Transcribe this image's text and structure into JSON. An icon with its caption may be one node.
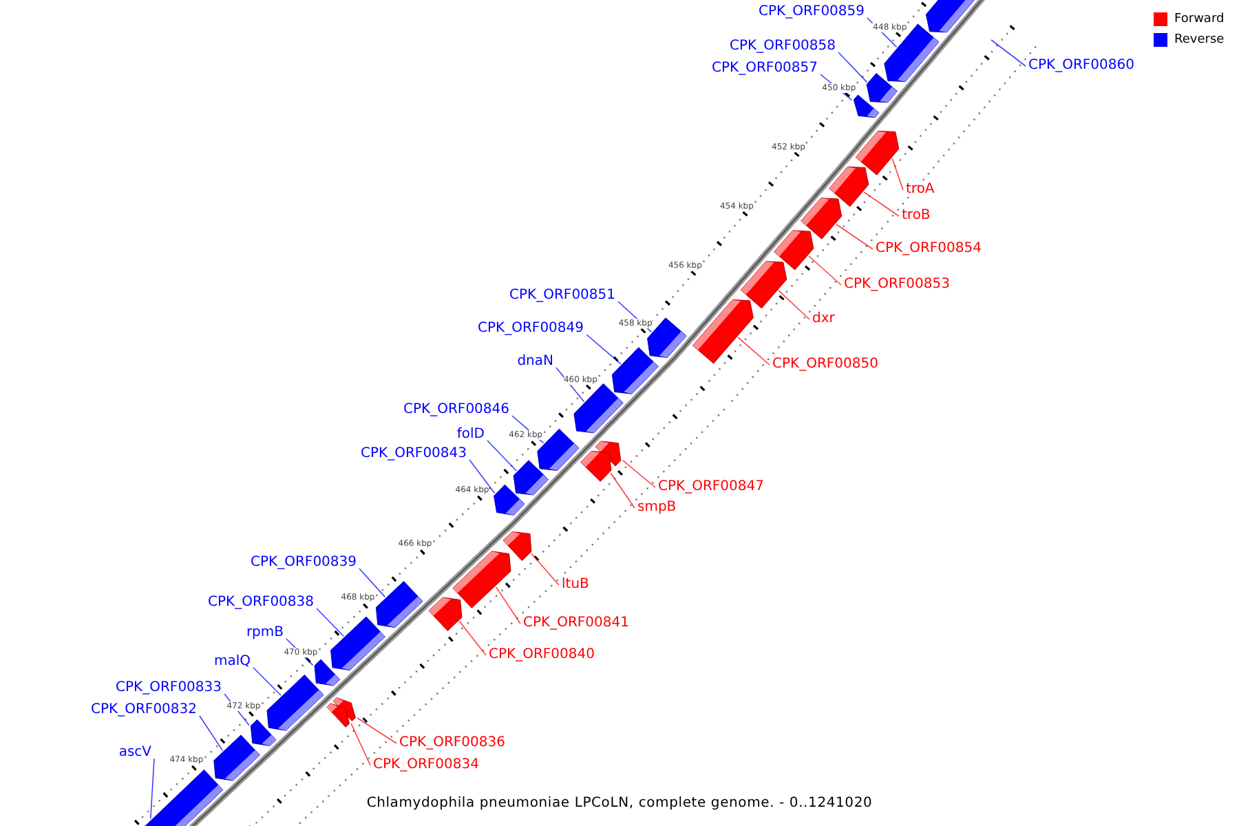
{
  "diagram": {
    "caption": "Chlamydophila pneumoniae LPCoLN, complete genome. - 0..1241020",
    "nodes": [
      {
        "text": [
          "CPK_ORF00859"
        ]
      },
      {
        "text": [
          "CPK_ORF00858"
        ]
      },
      {
        "text": [
          "CPK_ORF00860"
        ]
      },
      {
        "text": [
          "CPK_ORF00857"
        ]
      },
      {
        "text": [
          "troA"
        ]
      },
      {
        "text": [
          "troB"
        ]
      },
      {
        "text": [
          "CPK_ORF00854"
        ]
      },
      {
        "text": [
          "CPK_ORF00853"
        ]
      },
      {
        "text": [
          "CPK_ORF00851"
        ]
      },
      {
        "text": [
          "dxr"
        ]
      },
      {
        "text": [
          "CPK_ORF00849"
        ]
      },
      {
        "text": [
          "dnaN"
        ]
      },
      {
        "text": [
          "CPK_ORF00850"
        ]
      },
      {
        "text": [
          "CPK_ORF00846"
        ]
      },
      {
        "text": [
          "folD"
        ]
      },
      {
        "text": [
          "CPK_ORF00843"
        ]
      },
      {
        "text": [
          "CPK_ORF00847"
        ]
      },
      {
        "text": [
          "smpB"
        ]
      },
      {
        "text": [
          "CPK_ORF00839"
        ]
      },
      {
        "text": [
          "ltuB"
        ]
      },
      {
        "text": [
          "CPK_ORF00838"
        ]
      },
      {
        "text": [
          "CPK_ORF00841"
        ]
      },
      {
        "text": [
          "rpmB"
        ]
      },
      {
        "text": [
          "CPK_ORF00840"
        ]
      },
      {
        "text": [
          "malQ"
        ]
      },
      {
        "text": [
          "CPK_ORF00833"
        ]
      },
      {
        "text": [
          "CPK_ORF00832"
        ]
      },
      {
        "text": [
          "CPK_ORF00836"
        ]
      },
      {
        "text": [
          "ascV"
        ]
      },
      {
        "text": [
          "CPK_ORF00834"
        ]
      },
      {
        "text": [],
        "shape": "arrow"
      },
      {
        "text": [],
        "shape": "arrow"
      },
      {
        "text": [],
        "shape": "arrow"
      },
      {
        "text": [],
        "shape": "arrow"
      },
      {
        "text": [],
        "shape": "arrow"
      },
      {
        "text": [],
        "shape": "arrow"
      },
      {
        "text": [],
        "shape": "arrow"
      },
      {
        "text": [],
        "shape": "arrow"
      },
      {
        "text": [],
        "shape": "arrow"
      },
      {
        "text": [],
        "shape": "arrow"
      },
      {
        "text": [],
        "shape": "arrow"
      },
      {
        "text": [],
        "shape": "arrow"
      },
      {
        "text": [],
        "shape": "arrow"
      },
      {
        "text": [],
        "shape": "arrow"
      },
      {
        "text": [],
        "shape": "arrow"
      },
      {
        "text": [],
        "shape": "arrow"
      },
      {
        "text": [],
        "shape": "arrow"
      },
      {
        "text": [],
        "shape": "arrow"
      },
      {
        "text": [],
        "shape": "arrow"
      },
      {
        "text": [],
        "shape": "arrow"
      },
      {
        "text": [],
        "shape": "arrow"
      },
      {
        "text": [],
        "shape": "arrow"
      },
      {
        "text": [],
        "shape": "arrow"
      },
      {
        "text": [],
        "shape": "arrow"
      },
      {
        "text": [],
        "shape": "arrow"
      },
      {
        "text": [],
        "shape": "arrow"
      },
      {
        "text": [],
        "shape": "arrow"
      },
      {
        "text": [],
        "shape": "arrow"
      },
      {
        "text": [],
        "shape": "arrow"
      },
      {
        "text": [],
        "shape": "arrow"
      }
    ],
    "edges": [
      {
        "from": 0,
        "to": 31,
        "arrow": "none"
      },
      {
        "from": 1,
        "to": 32,
        "arrow": "none"
      },
      {
        "from": 2,
        "to": null,
        "arrow": "none"
      },
      {
        "from": 3,
        "to": 33,
        "arrow": "none"
      },
      {
        "from": 4,
        "to": 34,
        "arrow": "none",
        "color": "#ff0000"
      },
      {
        "from": 5,
        "to": 35,
        "arrow": "none",
        "color": "#ff0000"
      },
      {
        "from": 6,
        "to": 36,
        "arrow": "none",
        "color": "#ff0000"
      },
      {
        "from": 7,
        "to": 37,
        "arrow": "none",
        "color": "#ff0000"
      },
      {
        "from": 8,
        "to": 40,
        "arrow": "none"
      },
      {
        "from": 9,
        "to": 38,
        "arrow": "none",
        "color": "#ff0000"
      },
      {
        "from": 10,
        "to": 41,
        "arrow": "none"
      },
      {
        "from": 11,
        "to": 42,
        "arrow": "none"
      },
      {
        "from": 12,
        "to": 39,
        "arrow": "none",
        "color": "#ff0000"
      },
      {
        "from": 13,
        "to": 45,
        "arrow": "none"
      },
      {
        "from": 14,
        "to": 46,
        "arrow": "none"
      },
      {
        "from": 15,
        "to": 47,
        "arrow": "none"
      },
      {
        "from": 16,
        "to": 43,
        "arrow": "none",
        "color": "#ff0000"
      },
      {
        "from": 17,
        "to": 44,
        "arrow": "none",
        "color": "#ff0000"
      },
      {
        "from": 18,
        "to": 51,
        "arrow": "none"
      },
      {
        "from": 19,
        "to": 48,
        "arrow": "none",
        "color": "#ff0000"
      },
      {
        "from": 20,
        "to": 52,
        "arrow": "none"
      },
      {
        "from": 21,
        "to": 49,
        "arrow": "none",
        "color": "#ff0000"
      },
      {
        "from": 22,
        "to": 53,
        "arrow": "none"
      },
      {
        "from": 23,
        "to": 50,
        "arrow": "none",
        "color": "#ff0000"
      },
      {
        "from": 24,
        "to": 56,
        "arrow": "none"
      },
      {
        "from": 25,
        "to": 57,
        "arrow": "none"
      },
      {
        "from": 26,
        "to": 58,
        "arrow": "none"
      },
      {
        "from": 27,
        "to": 54,
        "arrow": "none",
        "color": "#ff0000"
      },
      {
        "from": 28,
        "to": 59,
        "arrow": "none"
      },
      {
        "from": 29,
        "to": 55,
        "arrow": "none",
        "color": "#ff0000"
      }
    ],
    "labels": [
      "448 kbp",
      "450 kbp",
      "452 kbp",
      "454 kbp",
      "456 kbp",
      "458 kbp",
      "460 kbp",
      "462 kbp",
      "464 kbp",
      "466 kbp",
      "468 kbp",
      "470 kbp",
      "472 kbp",
      "474 kbp"
    ],
    "legend": [
      {
        "text": "Forward",
        "color": "#ff0000"
      },
      {
        "text": "Reverse",
        "color": "#0000ff"
      }
    ]
  }
}
